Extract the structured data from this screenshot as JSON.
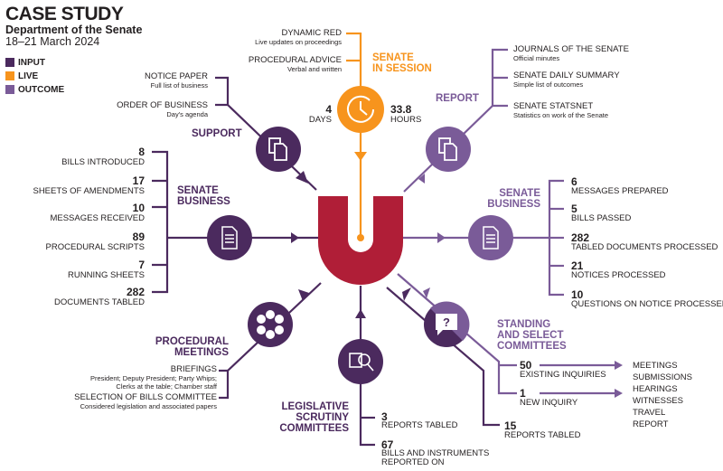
{
  "header": {
    "title": "CASE STUDY",
    "subtitle": "Department of the Senate",
    "date": "18–21 March 2024"
  },
  "legend": [
    {
      "label": "INPUT",
      "color": "#4b2a5e"
    },
    {
      "label": "LIVE",
      "color": "#f7941d"
    },
    {
      "label": "OUTCOME",
      "color": "#7a5b98"
    }
  ],
  "colors": {
    "input": "#4b2a5e",
    "live": "#f7941d",
    "outcome": "#7a5b98",
    "centre": "#b01e37"
  },
  "session": {
    "title_1": "SENATE",
    "title_2": "IN SESSION",
    "icon": "clock-icon",
    "days_value": "4",
    "days_label": "DAYS",
    "hours_value": "33.8",
    "hours_label": "HOURS",
    "items": [
      {
        "label": "DYNAMIC RED",
        "sub": "Live updates on proceedings"
      },
      {
        "label": "PROCEDURAL ADVICE",
        "sub": "Verbal and written"
      }
    ]
  },
  "support": {
    "title": "SUPPORT",
    "icon": "documents-icon",
    "items": [
      {
        "label": "NOTICE PAPER",
        "sub": "Full list of business"
      },
      {
        "label": "ORDER OF BUSINESS",
        "sub": "Day's agenda"
      }
    ]
  },
  "report": {
    "title": "REPORT",
    "icon": "documents-icon",
    "items": [
      {
        "label": "JOURNALS OF THE SENATE",
        "sub": "Official minutes"
      },
      {
        "label": "SENATE DAILY SUMMARY",
        "sub": "Simple list of outcomes"
      },
      {
        "label": "SENATE STATSNET",
        "sub": "Statistics on work of the Senate"
      }
    ]
  },
  "business_in": {
    "title_1": "SENATE",
    "title_2": "BUSINESS",
    "icon": "document-icon",
    "items": [
      {
        "value": "8",
        "label": "BILLS INTRODUCED"
      },
      {
        "value": "17",
        "label": "SHEETS OF AMENDMENTS"
      },
      {
        "value": "10",
        "label": "MESSAGES RECEIVED"
      },
      {
        "value": "89",
        "label": "PROCEDURAL SCRIPTS"
      },
      {
        "value": "7",
        "label": "RUNNING SHEETS"
      },
      {
        "value": "282",
        "label": "DOCUMENTS TABLED"
      }
    ]
  },
  "business_out": {
    "title_1": "SENATE",
    "title_2": "BUSINESS",
    "icon": "document-icon",
    "items": [
      {
        "value": "6",
        "label": "MESSAGES PREPARED"
      },
      {
        "value": "5",
        "label": "BILLS PASSED"
      },
      {
        "value": "282",
        "label": "TABLED DOCUMENTS PROCESSED"
      },
      {
        "value": "21",
        "label": "NOTICES PROCESSED"
      },
      {
        "value": "10",
        "label": "QUESTIONS ON NOTICE PROCESSED"
      }
    ]
  },
  "procedural": {
    "title_1": "PROCEDURAL",
    "title_2": "MEETINGS",
    "icon": "gear-flower-icon",
    "items": [
      {
        "label": "BRIEFINGS",
        "sub_1": "President; Deputy President; Party Whips;",
        "sub_2": "Clerks at the table; Chamber staff"
      },
      {
        "label": "SELECTION OF BILLS COMMITTEE",
        "sub_1": "Considered legislation and associated papers"
      }
    ]
  },
  "legislative": {
    "title_1": "LEGISLATIVE",
    "title_2": "SCRUTINY",
    "title_3": "COMMITTEES",
    "icon": "magnifier-document-icon",
    "items": [
      {
        "value": "3",
        "label": "REPORTS TABLED"
      },
      {
        "value": "67",
        "label": "BILLS AND INSTRUMENTS",
        "label_2": "REPORTED ON"
      }
    ]
  },
  "standing": {
    "title_1": "STANDING",
    "title_2": "AND SELECT",
    "title_3": "COMMITTEES",
    "icon": "question-bubble-icon",
    "items": [
      {
        "value": "50",
        "label": "EXISTING INQUIRIES"
      },
      {
        "value": "1",
        "label": "NEW INQUIRY"
      },
      {
        "value": "15",
        "label": "REPORTS TABLED"
      }
    ],
    "activities": [
      "MEETINGS",
      "SUBMISSIONS",
      "HEARINGS",
      "WITNESSES",
      "TRAVEL",
      "REPORT"
    ]
  }
}
